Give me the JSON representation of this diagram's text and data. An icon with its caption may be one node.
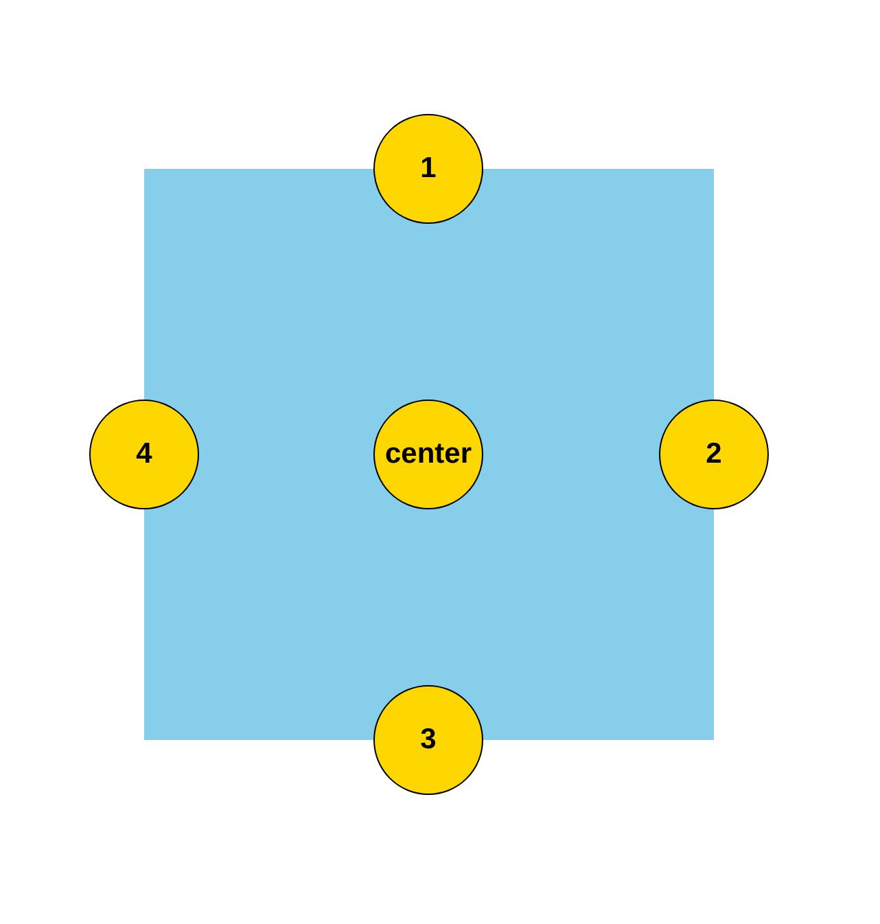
{
  "diagram": {
    "nodes": [
      {
        "text": [],
        "shape": "box"
      },
      {
        "text": [
          "1"
        ]
      },
      {
        "text": [
          "4"
        ]
      },
      {
        "text": [
          "center"
        ],
        "in": 0
      },
      {
        "text": [
          "2"
        ]
      },
      {
        "text": [
          "3"
        ]
      }
    ]
  }
}
